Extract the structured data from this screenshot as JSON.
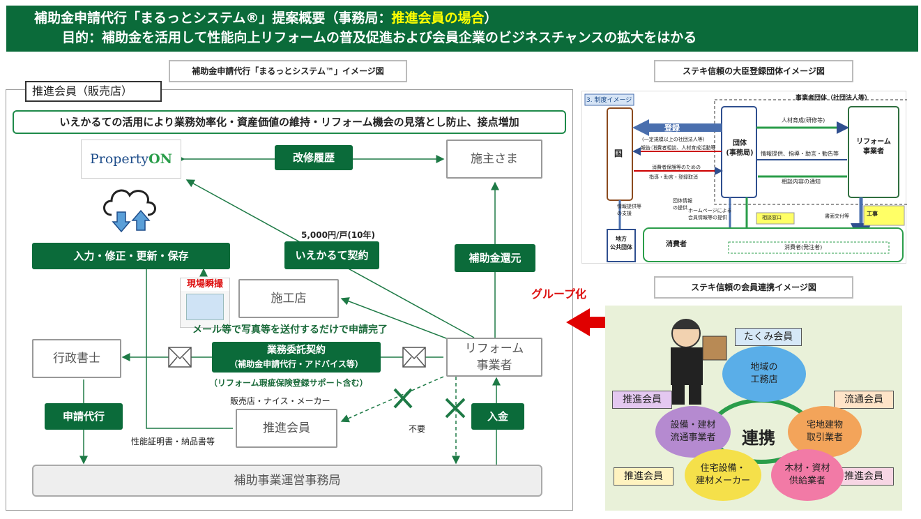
{
  "header": {
    "line1_prefix": "補助金申請代行「まるっとシステム®」提案概要（事務局：",
    "line1_highlight": "推進会員の場合",
    "line1_suffix": "）",
    "line2": "目的：補助金を活用して性能向上リフォームの普及促進および会員企業のビジネスチャンスの拡大をはかる"
  },
  "left": {
    "caption": "補助金申請代行「まるっとシステム™」イメージ図",
    "tab": "推進会員（販売店）",
    "banner": "いえかるての活用により業務効率化・資産価値の維持・リフォーム機会の見落とし防止、接点増加",
    "logo_main": "Property",
    "logo_on": "ON",
    "owner": "施主さま",
    "revision": "改修履歴",
    "input": "入力・修正・更新・保存",
    "fee_label": "5,000円/戸(10年)",
    "iekarte_contract": "いえかるて契約",
    "subsidy_return": "補助金還元",
    "construction_shop": "施工店",
    "app_badge": "現場瞬撮",
    "send_note": "メール等で写真等を送付するだけで申請完了",
    "scrivener": "行政書士",
    "outsourcing_line1": "業務委託契約",
    "outsourcing_line2": "（補助金申請代行・アドバイス等）",
    "outsourcing_note": "（リフォーム瑕疵保険登録サポート含む）",
    "reform_company_line1": "リフォーム",
    "reform_company_line2": "事業者",
    "application": "申請代行",
    "sellers_note": "販売店・ナイス・メーカー",
    "promoting_member": "推進会員",
    "not_needed": "不要",
    "payment": "入金",
    "cert_note": "性能証明書・納品書等",
    "office": "補助事業運営事務局"
  },
  "middle": {
    "grouping": "グループ化"
  },
  "right": {
    "caption_top": "ステキ信頼の大臣登録団体イメージ図",
    "caption_bottom": "ステキ信頼の会員連携イメージ図",
    "seido_tag": "3. 制度イメージ",
    "country": "国",
    "group_line1": "団体",
    "group_line2": "(事務局)",
    "reform_line1": "リフォーム",
    "reform_line2": "事業者",
    "business_group": "事業者団体（社団法人等）",
    "registration": "登録",
    "registration_note": "(一定規模以上の社団法人等)",
    "report_note": "報告:消費者相談、人材育成活動等",
    "support_note": "消費者保護等のための",
    "guidance_note": "指導・助言・登録取消",
    "training": "人材育成(研修等)",
    "info_note": "情報提供、指導・助言・勧告等",
    "consult_notice": "相談内容の通知",
    "info_support_l1": "情報提供等",
    "info_support_l2": "の支援",
    "group_info_l1": "団体情報",
    "group_info_l2": "の提供",
    "homepage_note_l1": "ホームページによる",
    "homepage_note_l2": "会員情報等の提供",
    "consult_window": "相談窓口",
    "doc_delivery": "書面交付等",
    "construction": "工事",
    "local_gov_l1": "地方",
    "local_gov_l2": "公共団体",
    "consumer": "消費者",
    "consumer_client": "消費者(発注者)",
    "takumi": "たくみ会員",
    "regional_l1": "地域の",
    "regional_l2": "工務店",
    "renkei": "連携",
    "promo_tag_1": "推進会員",
    "promo_tag_2": "推進会員",
    "promo_tag_3": "推進会員",
    "distribution_tag": "流通会員",
    "equip_l1": "設備・建材",
    "equip_l2": "流通事業者",
    "realestate_l1": "宅地建物",
    "realestate_l2": "取引業者",
    "housing_l1": "住宅設備・",
    "housing_l2": "建材メーカー",
    "lumber_l1": "木材・資材",
    "lumber_l2": "供給業者"
  },
  "colors": {
    "header_green": "#0b6b3a",
    "highlight_yellow": "#ffff00",
    "arrow_red": "#e00000",
    "navy": "#2f4f8f"
  }
}
